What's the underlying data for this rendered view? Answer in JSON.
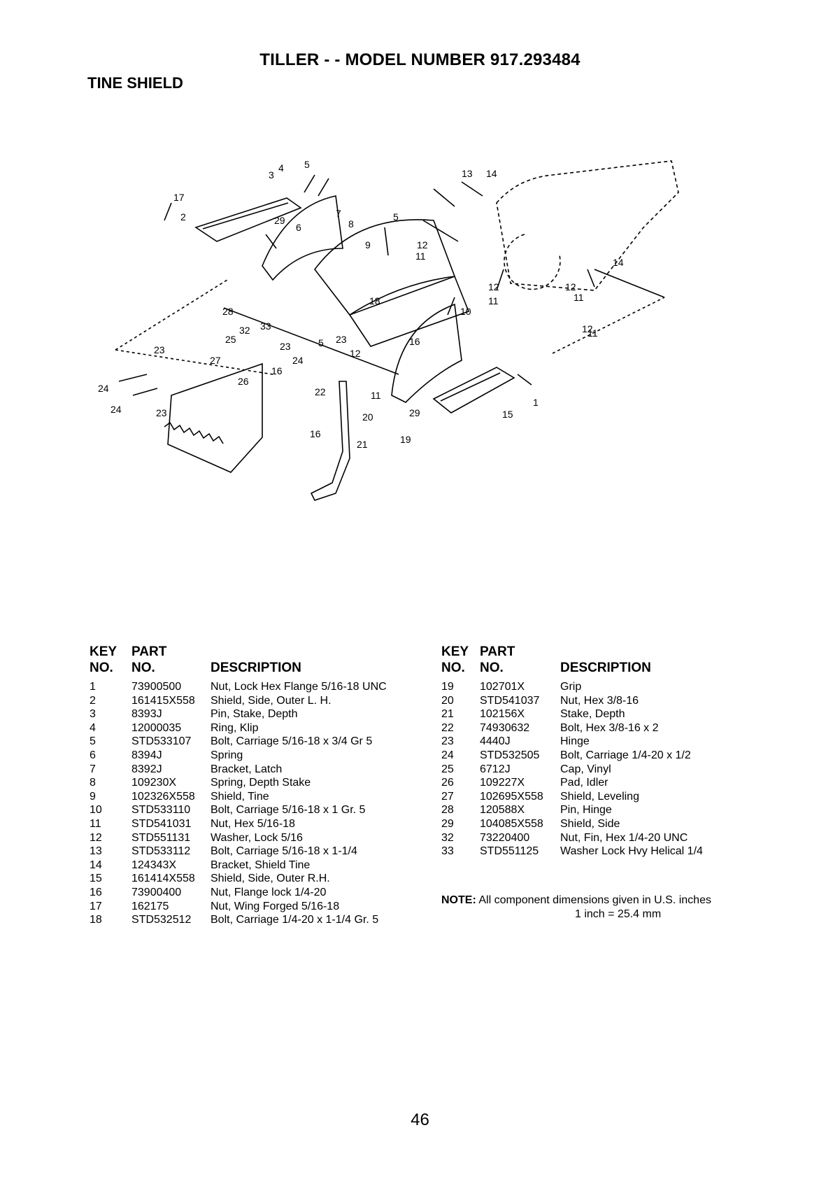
{
  "header": {
    "title": "TILLER - - MODEL NUMBER 917.293484",
    "section": "TINE SHIELD"
  },
  "diagram": {
    "callouts": [
      "1",
      "2",
      "3",
      "4",
      "5",
      "5",
      "5",
      "6",
      "7",
      "8",
      "9",
      "10",
      "11",
      "11",
      "11",
      "11",
      "11",
      "12",
      "12",
      "12",
      "12",
      "12",
      "13",
      "14",
      "14",
      "15",
      "16",
      "16",
      "16",
      "17",
      "18",
      "19",
      "20",
      "21",
      "22",
      "23",
      "23",
      "23",
      "23",
      "24",
      "24",
      "24",
      "25",
      "26",
      "27",
      "28",
      "29",
      "29",
      "32",
      "33"
    ]
  },
  "table_left": {
    "headers": {
      "key_top": "KEY",
      "part_top": "PART",
      "key": "NO.",
      "part": "NO.",
      "desc": "DESCRIPTION"
    },
    "rows": [
      {
        "key": "1",
        "part": "73900500",
        "desc": "Nut, Lock Hex Flange 5/16-18 UNC"
      },
      {
        "key": "2",
        "part": "161415X558",
        "desc": "Shield, Side, Outer L. H."
      },
      {
        "key": "3",
        "part": "8393J",
        "desc": "Pin, Stake, Depth"
      },
      {
        "key": "4",
        "part": "12000035",
        "desc": "Ring, Klip"
      },
      {
        "key": "5",
        "part": "STD533107",
        "desc": "Bolt, Carriage 5/16-18 x 3/4 Gr 5"
      },
      {
        "key": "6",
        "part": "8394J",
        "desc": "Spring"
      },
      {
        "key": "7",
        "part": "8392J",
        "desc": "Bracket, Latch"
      },
      {
        "key": "8",
        "part": "109230X",
        "desc": "Spring, Depth Stake"
      },
      {
        "key": "9",
        "part": "102326X558",
        "desc": "Shield, Tine"
      },
      {
        "key": "10",
        "part": "STD533110",
        "desc": "Bolt, Carriage 5/16-18 x 1 Gr. 5"
      },
      {
        "key": "11",
        "part": "STD541031",
        "desc": "Nut, Hex 5/16-18"
      },
      {
        "key": "12",
        "part": "STD551131",
        "desc": "Washer, Lock 5/16"
      },
      {
        "key": "13",
        "part": "STD533112",
        "desc": "Bolt, Carriage 5/16-18 x 1-1/4"
      },
      {
        "key": "14",
        "part": "124343X",
        "desc": "Bracket, Shield Tine"
      },
      {
        "key": "15",
        "part": "161414X558",
        "desc": "Shield, Side, Outer R.H."
      },
      {
        "key": "16",
        "part": "73900400",
        "desc": "Nut, Flange lock 1/4-20"
      },
      {
        "key": "17",
        "part": "162175",
        "desc": "Nut, Wing Forged 5/16-18"
      },
      {
        "key": "18",
        "part": "STD532512",
        "desc": "Bolt, Carriage 1/4-20 x 1-1/4 Gr. 5"
      }
    ]
  },
  "table_right": {
    "headers": {
      "key_top": "KEY",
      "part_top": "PART",
      "key": "NO.",
      "part": "NO.",
      "desc": "DESCRIPTION"
    },
    "rows": [
      {
        "key": "19",
        "part": "102701X",
        "desc": "Grip"
      },
      {
        "key": "20",
        "part": "STD541037",
        "desc": "Nut, Hex 3/8-16"
      },
      {
        "key": "21",
        "part": "102156X",
        "desc": "Stake, Depth"
      },
      {
        "key": "22",
        "part": "74930632",
        "desc": "Bolt, Hex 3/8-16 x 2"
      },
      {
        "key": "23",
        "part": "4440J",
        "desc": "Hinge"
      },
      {
        "key": "24",
        "part": "STD532505",
        "desc": "Bolt, Carriage 1/4-20 x 1/2"
      },
      {
        "key": "25",
        "part": "6712J",
        "desc": "Cap, Vinyl"
      },
      {
        "key": "26",
        "part": "109227X",
        "desc": "Pad, Idler"
      },
      {
        "key": "27",
        "part": "102695X558",
        "desc": "Shield, Leveling"
      },
      {
        "key": "28",
        "part": "120588X",
        "desc": "Pin, Hinge"
      },
      {
        "key": "29",
        "part": "104085X558",
        "desc": "Shield, Side"
      },
      {
        "key": "32",
        "part": "73220400",
        "desc": "Nut, Fin, Hex 1/4-20 UNC"
      },
      {
        "key": "33",
        "part": "STD551125",
        "desc": "Washer Lock Hvy Helical 1/4"
      }
    ]
  },
  "note": {
    "label": "NOTE:",
    "text": "All component dimensions given in U.S. inches",
    "line2": "1 inch = 25.4 mm"
  },
  "footer": {
    "page_number": "46"
  }
}
